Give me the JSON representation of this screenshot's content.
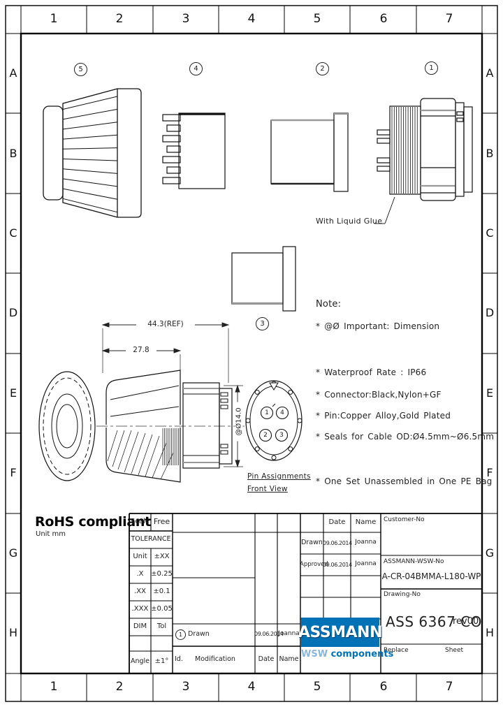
{
  "sheet": {
    "columns": [
      "1",
      "2",
      "3",
      "4",
      "5",
      "6",
      "7"
    ],
    "rows": [
      "A",
      "B",
      "C",
      "D",
      "E",
      "F",
      "G",
      "H"
    ]
  },
  "balloons": {
    "part1": "1",
    "part2": "2",
    "part3": "3",
    "part4": "4",
    "part5": "5"
  },
  "callouts": {
    "with_liquid_glue": "With Liquid Glue"
  },
  "front_view": {
    "pins": [
      "1",
      "4",
      "2",
      "3"
    ],
    "caption_line1": "Pin Assignments",
    "caption_line2": "Front View"
  },
  "dimensions": {
    "overall": "44.3(REF)",
    "front_len": "27.8",
    "diameter": "@Ø14.0"
  },
  "notes": {
    "title": "Note:",
    "important": "*  @Ø  Important: Dimension",
    "items": [
      "* Waterproof Rate : IP66",
      "* Connector:Black,Nylon+GF",
      "* Pin:Copper Alloy,Gold Plated",
      "* Seals for Cable OD:Ø4.5mm~Ø6.5mm",
      "* One Set Unassembled in One PE Bag"
    ]
  },
  "rohs": {
    "title": "RoHS compliant",
    "unit": "Unit mm"
  },
  "tolerance": {
    "scale_label": "Scale",
    "scale_value": "Free",
    "header": "TOLERANCE",
    "rows": [
      {
        "label": "Unit",
        "value": "±XX"
      },
      {
        "label": ".X",
        "value": "±0.25"
      },
      {
        "label": ".XX",
        "value": "±0.1"
      },
      {
        "label": ".XXX",
        "value": "±0.05"
      },
      {
        "label": "DIM",
        "value": "Tol"
      }
    ],
    "angle_label": "Angle",
    "angle_value": "±1°"
  },
  "revision": {
    "marker": "1",
    "action": "Drawn",
    "date": "09.06.2014",
    "name": "Joanna",
    "id_label": "Id.",
    "modification_label": "Modification",
    "date_label": "Date",
    "name_label": "Name"
  },
  "title_block": {
    "date_header": "Date",
    "name_header": "Name",
    "drawn_label": "Drawn",
    "drawn_date": "09.06.2014",
    "drawn_name": "Joanna",
    "approved_label": "Approved",
    "approved_date": "09.06.2014",
    "approved_name": "Joanna",
    "customer_no_label": "Customer-No",
    "wsw_label": "ASSMANN-WSW-No",
    "wsw_value": "A-CR-04BMMA-L180-WP",
    "drawing_label": "Drawing-No",
    "drawing_value": "ASS 6367 CO",
    "revision": "rev00",
    "replace_label": "Replace",
    "sheet_label": "Sheet"
  },
  "logo": {
    "name": "ASSMANN",
    "sub_prefix": "WSW",
    "sub_suffix": "components"
  },
  "colors": {
    "logo_blue": "#0072b5",
    "line": "#1a1a1a"
  }
}
